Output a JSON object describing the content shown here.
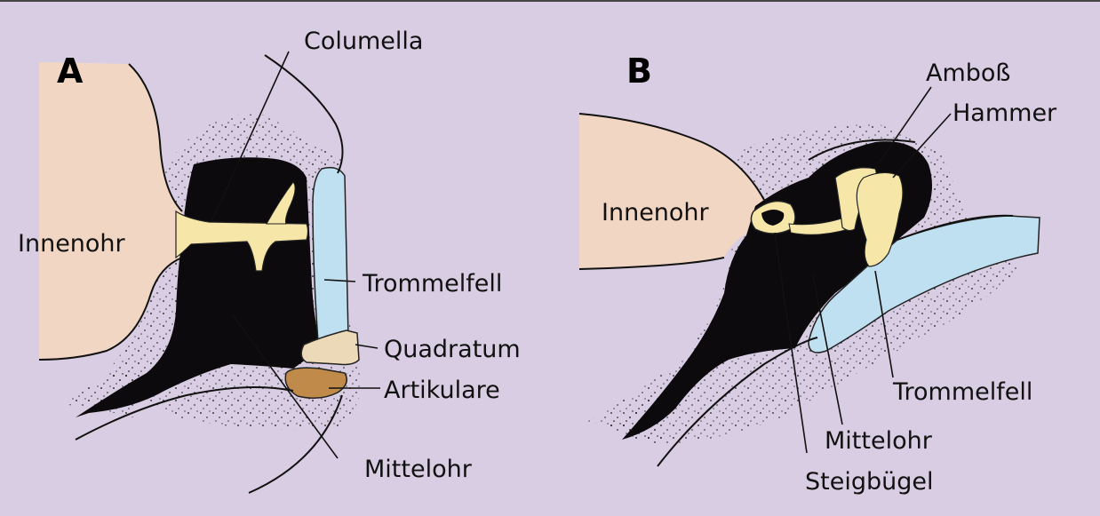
{
  "panels": [
    {
      "letter": "A",
      "labels": {
        "columella": "Columella",
        "innenohr": "Innenohr",
        "trommelfell": "Trommelfell",
        "quadratum": "Quadratum",
        "artikulare": "Artikulare",
        "mittelohr": "Mittelohr"
      }
    },
    {
      "letter": "B",
      "labels": {
        "amboss": "Amboß",
        "hammer": "Hammer",
        "innenohr": "Innenohr",
        "trommelfell": "Trommelfell",
        "mittelohr": "Mittelohr",
        "steigbuegel": "Steigbügel"
      }
    }
  ],
  "colors": {
    "background": "#d8cde2",
    "inner_ear": "#f2d6c4",
    "cavity": "#0c0a0c",
    "bone": "#f6e6a8",
    "eardrum": "#bfe0f0",
    "quadratum": "#ecd9b8",
    "artikulare": "#c08a4a"
  }
}
